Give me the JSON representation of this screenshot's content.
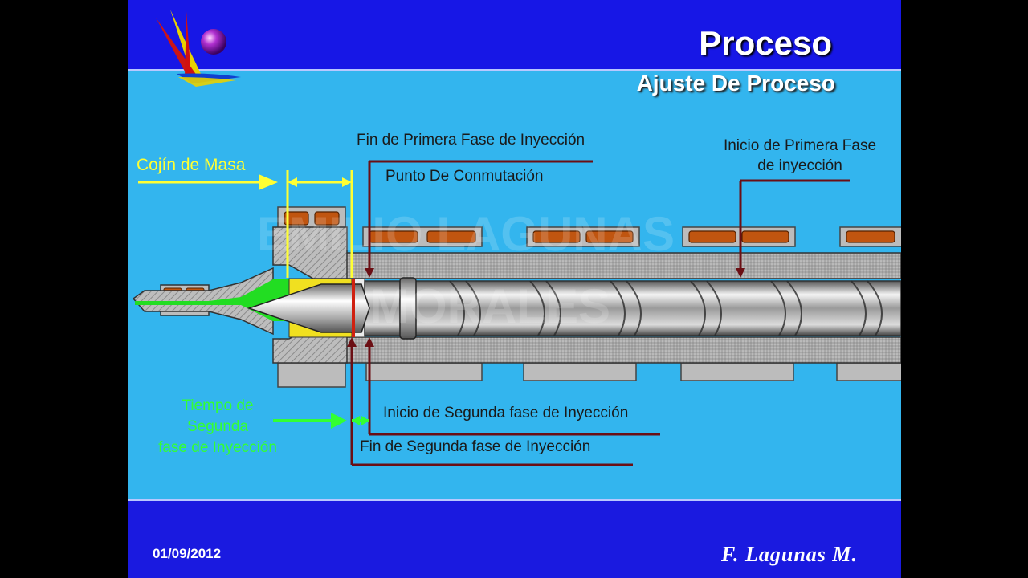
{
  "slide": {
    "title": "Proceso",
    "subtitle": "Ajuste De Proceso",
    "date": "01/09/2012",
    "signature": "F. Lagunas M.",
    "watermark_line1": "EMILIO LAGUNAS",
    "watermark_line2": "MORALES"
  },
  "labels": {
    "fin_primera_fase": "Fin de Primera Fase de Inyección",
    "punto_conmutacion": "Punto De Conmutación",
    "inicio_primera_fase_1": "Inicio de Primera Fase",
    "inicio_primera_fase_2": "de inyección",
    "cojin_masa": "Cojín de Masa",
    "tiempo_1": "Tiempo de",
    "tiempo_2": "Segunda",
    "tiempo_3": "fase de Inyección",
    "inicio_segunda_fase": "Inicio de Segunda fase de Inyección",
    "fin_segunda_fase": "Fin de Segunda fase de Inyección"
  },
  "colors": {
    "header_blue": "#1a1ae0",
    "diagram_bg": "#33b5ee",
    "label_yellow": "#ffff33",
    "label_green": "#33ff33",
    "pointer_line": "#6b0f14",
    "material_green": "#22dd22",
    "cushion_yellow": "#f0e020"
  }
}
